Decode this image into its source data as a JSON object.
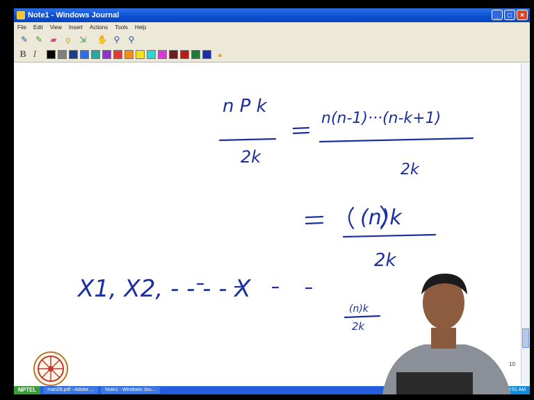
{
  "window": {
    "title": "Note1 - Windows Journal",
    "buttons": [
      "_",
      "□",
      "×"
    ]
  },
  "menu": [
    "File",
    "Edit",
    "View",
    "Insert",
    "Actions",
    "Tools",
    "Help"
  ],
  "toolbar": {
    "tools": [
      "pen-icon",
      "highlighter-icon",
      "eraser-icon",
      "lasso-icon",
      "insert-space-icon",
      "hand-icon",
      "zoom-in-icon",
      "zoom-out-icon"
    ],
    "format": {
      "bold": "B",
      "italic": "I"
    },
    "colors": [
      "#000000",
      "#808080",
      "#1f3c8a",
      "#2f6de0",
      "#2aa7a0",
      "#8e34c8",
      "#e03a3a",
      "#f28c1b",
      "#f1e21d",
      "#35d3d0",
      "#d93ad9",
      "#6a1d1d",
      "#b71c1c",
      "#1c7b36",
      "#1b2fa8"
    ]
  },
  "page": {
    "number": "10"
  },
  "taskbar": {
    "start": "NPTEL",
    "tasks": [
      "man26.pdf - Adobe ...",
      "Note1 - Windows Jou..."
    ],
    "clock": "9:51 AM"
  },
  "handwriting": {
    "eq1_lhs_num": "n P k",
    "eq1_lhs_den": "2k",
    "eq1_rhs_num": "n(n-1)···(n-k+1)",
    "eq1_rhs_den": "2k",
    "eq2_num": "(n)k",
    "eq2_den": "2k",
    "seq": "X1, X2, - - - - X",
    "seq_sub_num": "(n)k",
    "seq_sub_den": "2k"
  }
}
